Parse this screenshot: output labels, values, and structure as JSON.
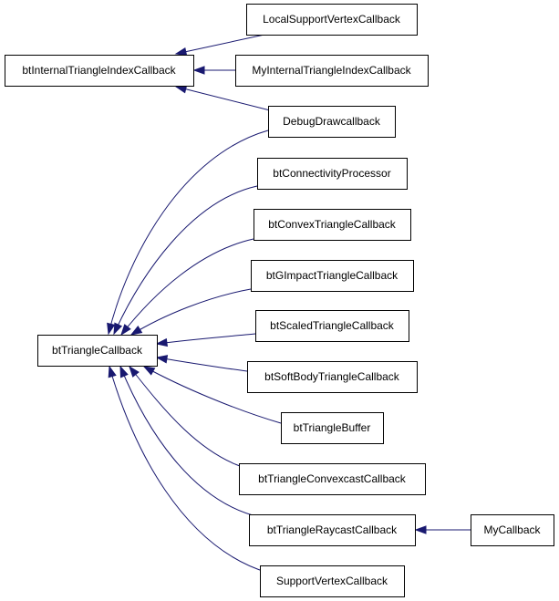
{
  "diagram": {
    "colors": {
      "edge": "#191970",
      "node_border": "#000000",
      "node_fill": "#ffffff"
    },
    "nodes": [
      {
        "id": "btInternalTriangleIndexCallback",
        "label": "btInternalTriangleIndexCallback"
      },
      {
        "id": "LocalSupportVertexCallback",
        "label": "LocalSupportVertexCallback"
      },
      {
        "id": "MyInternalTriangleIndexCallback",
        "label": "MyInternalTriangleIndexCallback"
      },
      {
        "id": "DebugDrawcallback",
        "label": "DebugDrawcallback"
      },
      {
        "id": "btTriangleCallback",
        "label": "btTriangleCallback"
      },
      {
        "id": "btConnectivityProcessor",
        "label": "btConnectivityProcessor"
      },
      {
        "id": "btConvexTriangleCallback",
        "label": "btConvexTriangleCallback"
      },
      {
        "id": "btGImpactTriangleCallback",
        "label": "btGImpactTriangleCallback"
      },
      {
        "id": "btScaledTriangleCallback",
        "label": "btScaledTriangleCallback"
      },
      {
        "id": "btSoftBodyTriangleCallback",
        "label": "btSoftBodyTriangleCallback"
      },
      {
        "id": "btTriangleBuffer",
        "label": "btTriangleBuffer"
      },
      {
        "id": "btTriangleConvexcastCallback",
        "label": "btTriangleConvexcastCallback"
      },
      {
        "id": "btTriangleRaycastCallback",
        "label": "btTriangleRaycastCallback"
      },
      {
        "id": "SupportVertexCallback",
        "label": "SupportVertexCallback"
      },
      {
        "id": "MyCallback",
        "label": "MyCallback"
      }
    ],
    "edges": [
      {
        "from": "LocalSupportVertexCallback",
        "to": "btInternalTriangleIndexCallback"
      },
      {
        "from": "MyInternalTriangleIndexCallback",
        "to": "btInternalTriangleIndexCallback"
      },
      {
        "from": "DebugDrawcallback",
        "to": "btInternalTriangleIndexCallback"
      },
      {
        "from": "DebugDrawcallback",
        "to": "btTriangleCallback"
      },
      {
        "from": "btConnectivityProcessor",
        "to": "btTriangleCallback"
      },
      {
        "from": "btConvexTriangleCallback",
        "to": "btTriangleCallback"
      },
      {
        "from": "btGImpactTriangleCallback",
        "to": "btTriangleCallback"
      },
      {
        "from": "btScaledTriangleCallback",
        "to": "btTriangleCallback"
      },
      {
        "from": "btSoftBodyTriangleCallback",
        "to": "btTriangleCallback"
      },
      {
        "from": "btTriangleBuffer",
        "to": "btTriangleCallback"
      },
      {
        "from": "btTriangleConvexcastCallback",
        "to": "btTriangleCallback"
      },
      {
        "from": "btTriangleRaycastCallback",
        "to": "btTriangleCallback"
      },
      {
        "from": "SupportVertexCallback",
        "to": "btTriangleCallback"
      },
      {
        "from": "MyCallback",
        "to": "btTriangleRaycastCallback"
      }
    ]
  }
}
